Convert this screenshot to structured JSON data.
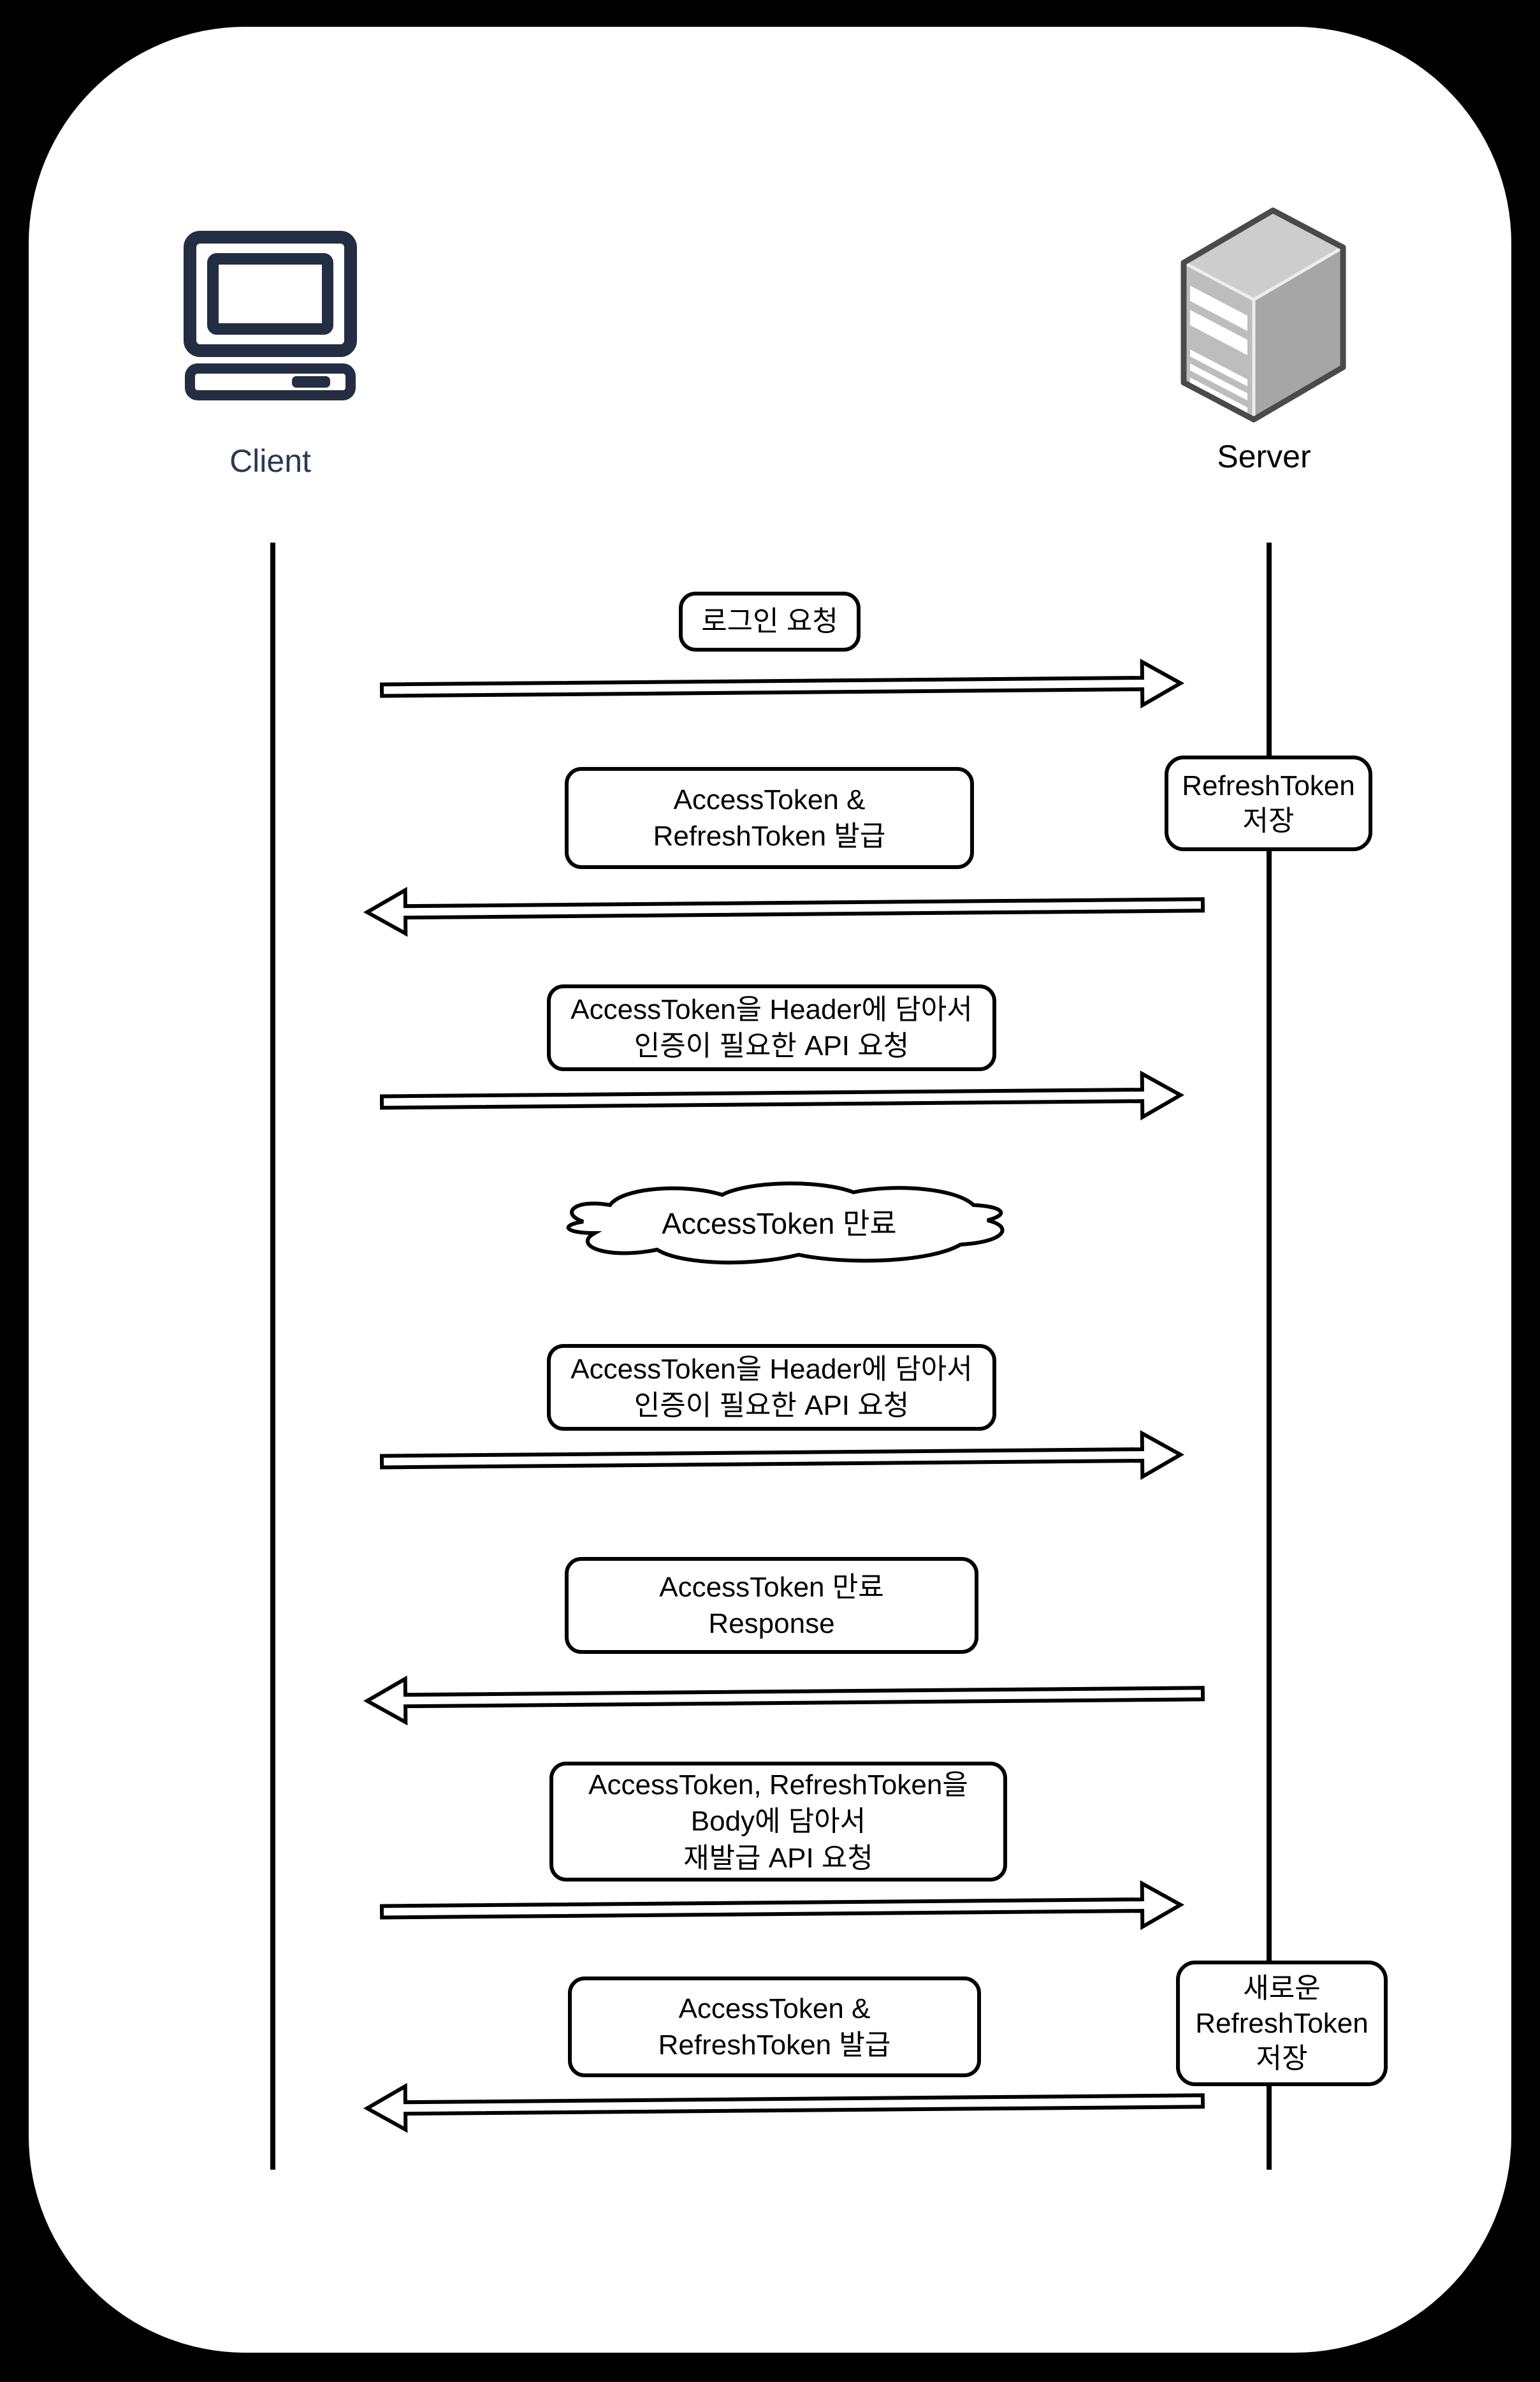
{
  "diagram": {
    "actors": {
      "client": "Client",
      "server": "Server"
    },
    "messages": {
      "login_request": "로그인 요청",
      "token_issue": "AccessToken &\nRefreshToken 발급",
      "api_request_1": "AccessToken을 Header에 담아서\n인증이 필요한 API 요청",
      "token_expired_cloud": "AccessToken 만료",
      "api_request_2": "AccessToken을 Header에 담아서\n인증이 필요한 API 요청",
      "expired_response": "AccessToken 만료\nResponse",
      "reissue_request": "AccessToken, RefreshToken을\nBody에 담아서\n재발급 API 요청",
      "token_reissue": "AccessToken &\nRefreshToken 발급"
    },
    "notes": {
      "refresh_store": "RefreshToken\n저장",
      "new_refresh_store": "새로운\nRefreshToken\n저장"
    },
    "colors": {
      "client_icon": "#232e43",
      "outline": "#000000",
      "server_top": "#cdcdcd",
      "server_left": "#bdbdbd",
      "server_right": "#a6a6a6"
    }
  }
}
